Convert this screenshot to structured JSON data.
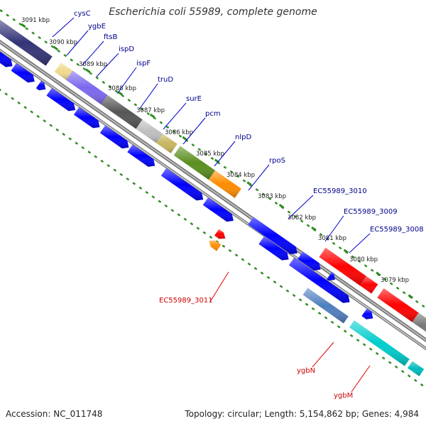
{
  "title": "Escherichia coli 55989, complete genome",
  "accession_text": "Accession: NC_011748",
  "summary_text": "Topology: circular; Length: 5,154,862 bp; Genes: 4,984",
  "colors": {
    "backbone": "#8c8c8c",
    "ticks": "#2e8b20",
    "forward_label": "#00008b",
    "reverse_label": "#cc0000",
    "gene_forward": "#0000ff",
    "gene_reverse": "#ff0000",
    "gene_orange": "#ff8c00"
  },
  "tick_labels": [
    "3091 kbp",
    "3090 kbp",
    "3089 kbp",
    "3088 kbp",
    "3087 kbp",
    "3086 kbp",
    "3085 kbp",
    "3084 kbp",
    "3083 kbp",
    "3082 kbp",
    "3081 kbp",
    "3080 kbp",
    "3079 kbp"
  ],
  "forward_genes": [
    "cysC",
    "ygbE",
    "ftsB",
    "ispD",
    "ispF",
    "truD",
    "surE",
    "pcm",
    "nlpD",
    "rpoS",
    "EC55989_3010",
    "EC55989_3009",
    "EC55989_3008"
  ],
  "reverse_genes": [
    "EC55989_3011",
    "ygbN",
    "ygbM"
  ]
}
